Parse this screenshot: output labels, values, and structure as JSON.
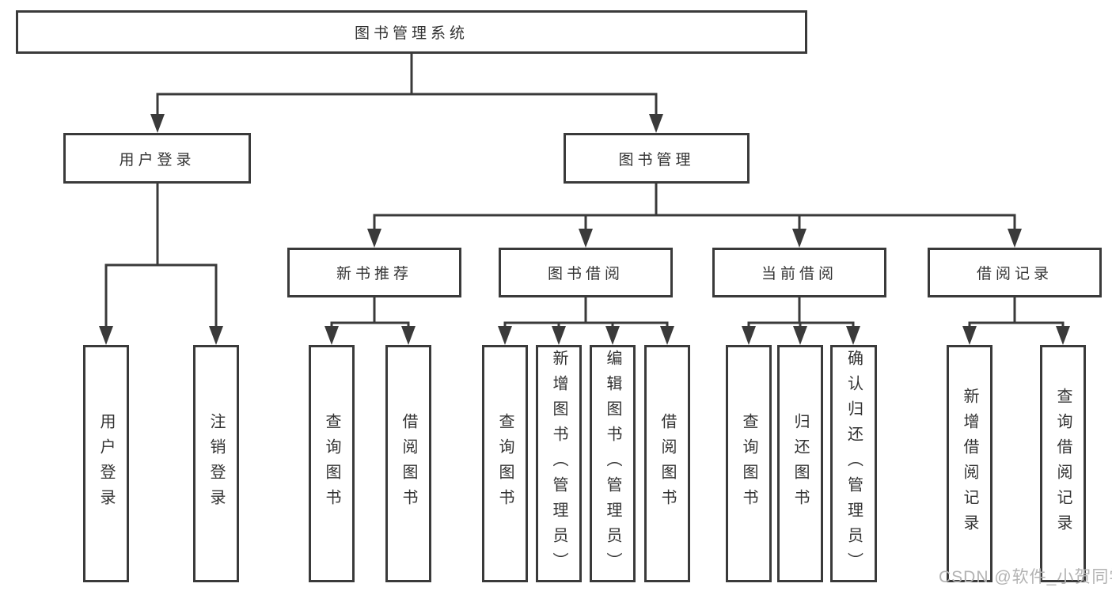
{
  "tree": {
    "root": "图书管理系统",
    "level2": [
      {
        "label": "用户登录",
        "leaves": [
          "用户登录",
          "注销登录"
        ]
      },
      {
        "label": "图书管理",
        "groups": [
          {
            "label": "新书推荐",
            "leaves": [
              "查询图书",
              "借阅图书"
            ]
          },
          {
            "label": "图书借阅",
            "leaves": [
              "查询图书",
              "新增图书（管理员）",
              "编辑图书（管理员）",
              "借阅图书"
            ]
          },
          {
            "label": "当前借阅",
            "leaves": [
              "查询图书",
              "归还图书",
              "确认归还（管理员）"
            ]
          },
          {
            "label": "借阅记录",
            "leaves": [
              "新增借阅记录",
              "查询借阅记录"
            ]
          }
        ]
      }
    ]
  },
  "watermark": "CSDN @软件_小贺同学",
  "colors": {
    "line": "#3a3a3a",
    "box_border": "#3a3a3a",
    "text": "#333333",
    "watermark": "#b3b3b3",
    "background": "#ffffff"
  }
}
